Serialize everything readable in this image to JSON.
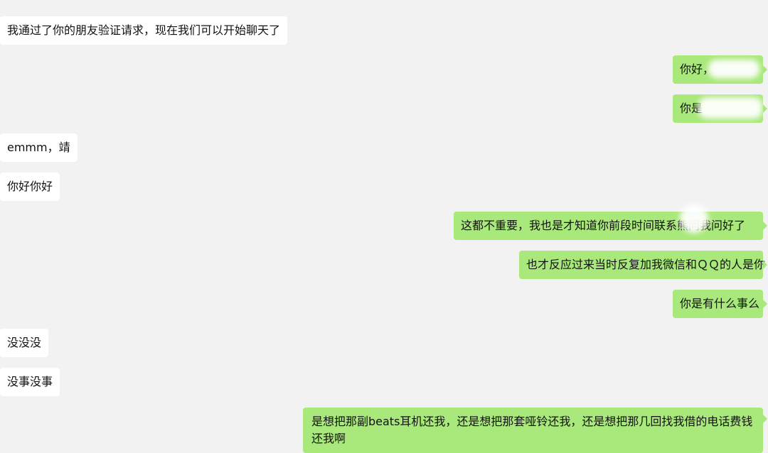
{
  "chat": {
    "messages": [
      {
        "side": "left",
        "text": "我通过了你的朋友验证请求，现在我们可以开始聊天了"
      },
      {
        "side": "right",
        "text": "你好，"
      },
      {
        "side": "right",
        "text": "你是"
      },
      {
        "side": "left",
        "text": "emmm，靖"
      },
      {
        "side": "left",
        "text": "你好你好"
      },
      {
        "side": "right",
        "text": "这都不重要，我也是才知道你前段时间联系熊问我问好了"
      },
      {
        "side": "right",
        "text": "也才反应过来当时反复加我微信和ＱＱ的人是你"
      },
      {
        "side": "right",
        "text": "你是有什么事么"
      },
      {
        "side": "left",
        "text": "没没没"
      },
      {
        "side": "left",
        "text": "没事没事"
      },
      {
        "side": "right",
        "text": "是想把那副beats耳机还我，还是想把那套哑铃还我，还是想把那几回找我借的电话费钱还我啊"
      }
    ]
  },
  "colors": {
    "background": "#f2f2f2",
    "incoming_bubble": "#ffffff",
    "outgoing_bubble": "#a9e87b",
    "text": "#111111"
  }
}
